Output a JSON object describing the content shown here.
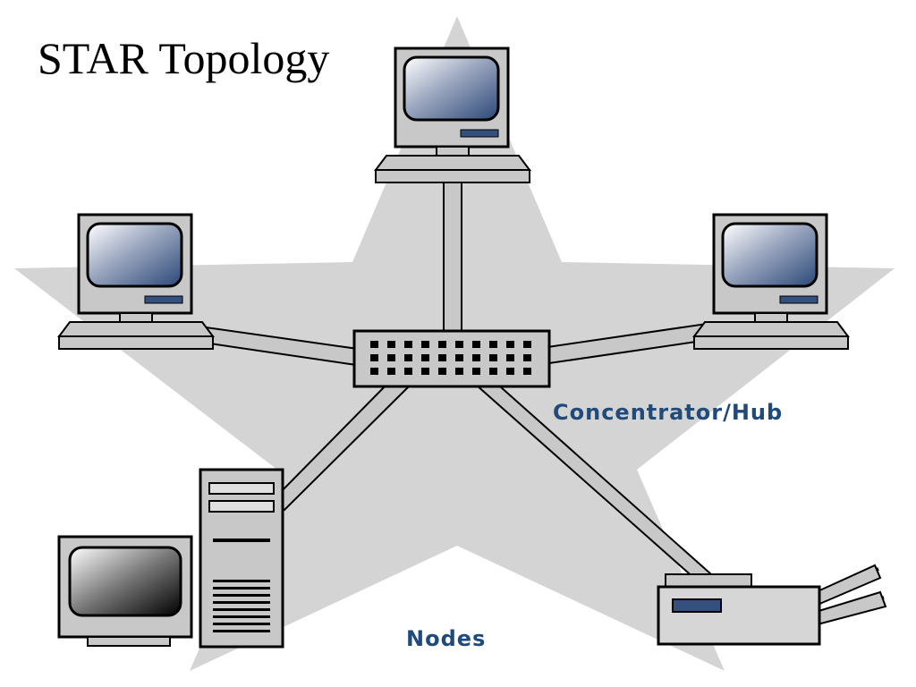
{
  "title": "STAR Topology",
  "labels": {
    "hub": "Concentrator/Hub",
    "nodes": "Nodes"
  },
  "colors": {
    "star": "#d4d4d4",
    "label": "#1f4a7a",
    "device": "#c8c8c8",
    "outline": "#000000",
    "screen": "#33507e"
  }
}
